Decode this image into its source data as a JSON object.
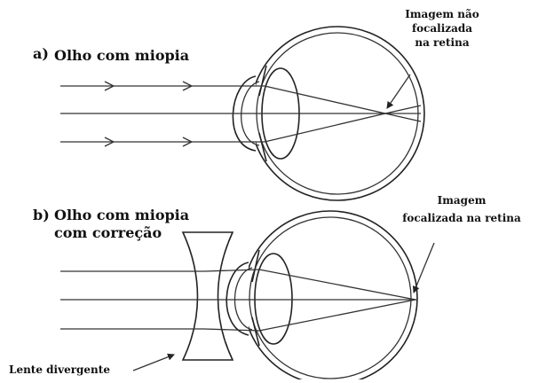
{
  "panel_a": {
    "tag": "a)",
    "title": "Olho com miopia",
    "annotation_lines": [
      "Imagem não",
      "focalizada",
      "na retina"
    ]
  },
  "panel_b": {
    "tag": "b)",
    "title_lines": [
      "Olho com miopia",
      "com correção"
    ],
    "annotation_lines": [
      "Imagem",
      "focalizada na retina"
    ],
    "lens_label": "Lente divergente"
  },
  "colors": {
    "ink": "#222222",
    "background": "#ffffff"
  }
}
